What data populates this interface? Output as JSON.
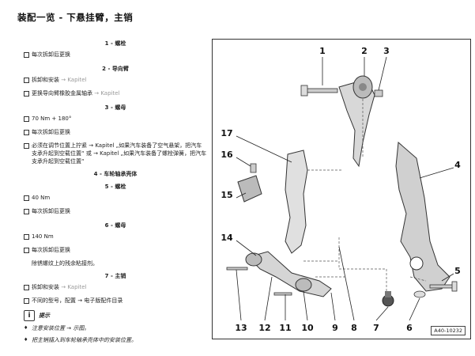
{
  "page_title": "装配一览 - 下悬挂臂，主销",
  "sections": [
    {
      "heading": "1 - 螺栓",
      "items": [
        {
          "bullet": "box",
          "text": "每次拆卸后更换"
        }
      ]
    },
    {
      "heading": "2 - 导向臂",
      "items": [
        {
          "bullet": "box",
          "text": "拆卸和安装",
          "ref": "Kapitel"
        },
        {
          "bullet": "box",
          "text": "更换导向臂橡胶金属轴承",
          "ref": "Kapitel"
        }
      ]
    },
    {
      "heading": "3 - 螺母",
      "items": [
        {
          "bullet": "box",
          "text": "70 Nm + 180°"
        },
        {
          "bullet": "box",
          "text": "每次拆卸后更换"
        },
        {
          "bullet": "box",
          "text": "必须在调节位置上拧紧 → Kapitel „如果汽车装备了空气悬架，把汽车支承升起到空载位置“ 或 → Kapitel „如果汽车装备了螺栓弹簧，把汽车支承升起到空载位置“"
        }
      ]
    },
    {
      "heading": "4 - 车轮轴承壳体",
      "items": []
    },
    {
      "heading": "5 - 螺栓",
      "items": [
        {
          "bullet": "box",
          "text": "40 Nm"
        },
        {
          "bullet": "box",
          "text": "每次拆卸后更换"
        }
      ]
    },
    {
      "heading": "6 - 螺母",
      "items": [
        {
          "bullet": "box",
          "text": "140 Nm"
        },
        {
          "bullet": "box",
          "text": "每次拆卸后更换"
        },
        {
          "bullet": "none",
          "text": "除锈螺纹上的残余粘接剂。"
        }
      ]
    },
    {
      "heading": "7 - 主销",
      "items": [
        {
          "bullet": "box",
          "text": "拆卸和安装",
          "ref": "Kapitel"
        },
        {
          "bullet": "box",
          "text": "不同的型号，配置 → 电子版配件目录"
        }
      ]
    }
  ],
  "note": {
    "icon": "info-icon",
    "label": "提示",
    "items": [
      "注意安装位置 → 示图。",
      "把主销插入到车轮轴承壳体中的安装位置。"
    ]
  },
  "diagram": {
    "callouts": [
      "1",
      "2",
      "3",
      "4",
      "5",
      "6",
      "7",
      "8",
      "9",
      "10",
      "11",
      "12",
      "13",
      "14",
      "15",
      "16",
      "17"
    ],
    "figure_code": "A40-10232"
  }
}
